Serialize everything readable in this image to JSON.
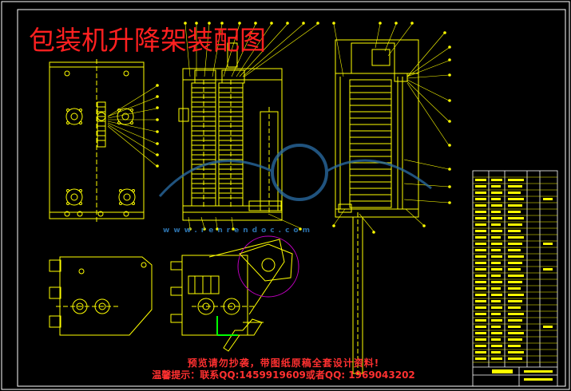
{
  "drawing": {
    "title": "包装机升降架装配图",
    "watermark_url": "www.renrendoc.com",
    "notice_line_1": "预览请勿抄袭，带图纸原稿全套设计资料!",
    "notice_line_2": "温馨提示：联系QQ:1459919609或者QQ: 1969043202"
  },
  "colors": {
    "background": "#000000",
    "frame": "#ffffff",
    "primary_lines": "#ffff00",
    "leader_lines": "#ffff00",
    "title_text": "#ff2020",
    "watermark": "#2b6fa8",
    "circle_magenta": "#c000c0",
    "axis_green": "#00ff00"
  }
}
